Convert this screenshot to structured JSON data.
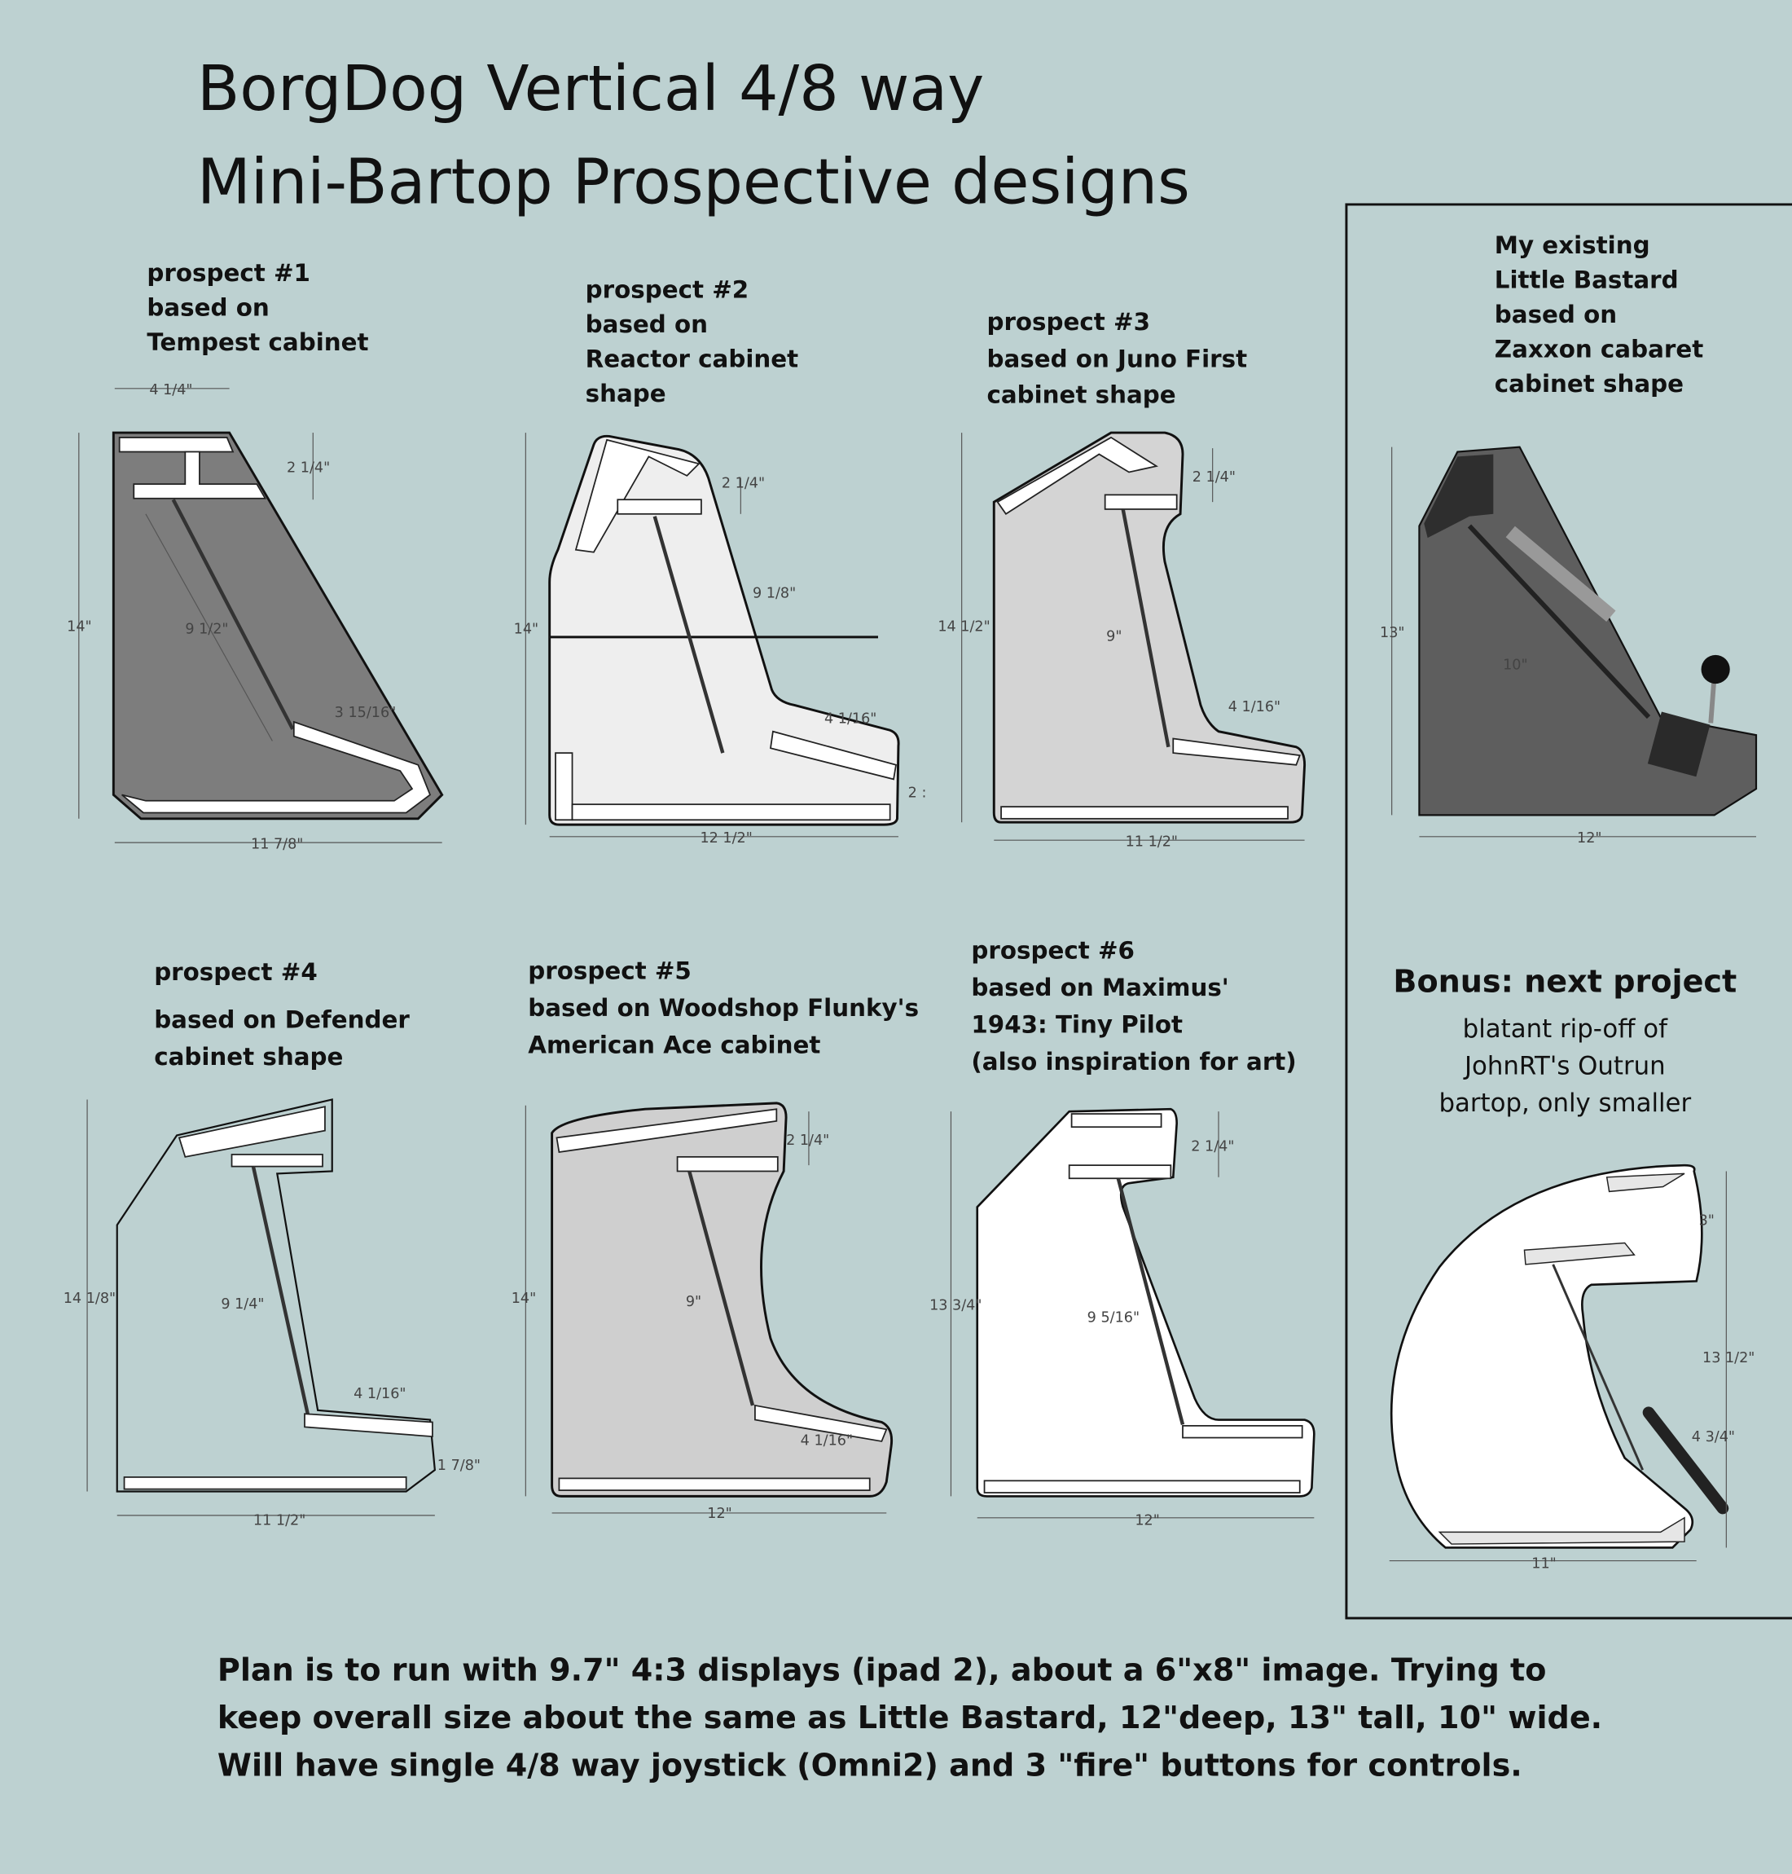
{
  "title": {
    "line1": "BorgDog Vertical 4/8 way",
    "line2": "Mini-Bartop Prospective designs"
  },
  "prospects": [
    {
      "lines": [
        "prospect #1",
        "based on",
        "Tempest cabinet"
      ],
      "dims": [
        "4 1/4\"",
        "2 1/4\"",
        "14\"",
        "9 1/2\"",
        "3 15/16\"",
        "11 7/8\""
      ]
    },
    {
      "lines": [
        "prospect #2",
        "based on",
        "Reactor cabinet",
        "shape"
      ],
      "dims": [
        "2 1/4\"",
        "14\"",
        "9 1/8\"",
        "4 1/16\"",
        "12 1/2\"",
        "2 :"
      ]
    },
    {
      "lines": [
        "prospect #3",
        "based on Juno First",
        "cabinet shape"
      ],
      "dims": [
        "2 1/4\"",
        "14 1/2\"",
        "9\"",
        "4 1/16\"",
        "11 1/2\""
      ]
    },
    {
      "lines": [
        "prospect #4",
        "based on Defender",
        "cabinet shape"
      ],
      "dims": [
        "14 1/8\"",
        "9 1/4\"",
        "4 1/16\"",
        "1 7/8\"",
        "11 1/2\""
      ]
    },
    {
      "lines": [
        "prospect #5",
        "based on Woodshop Flunky's",
        "American Ace cabinet"
      ],
      "dims": [
        "2 1/4\"",
        "14\"",
        "9\"",
        "4 1/16\"",
        "12\""
      ]
    },
    {
      "lines": [
        "prospect #6",
        "based on Maximus'",
        "1943: Tiny Pilot",
        "(also inspiration for art)"
      ],
      "dims": [
        "2 1/4\"",
        "13 3/4\"",
        "9 5/16\"",
        "12\""
      ]
    }
  ],
  "existing": {
    "lines": [
      "My existing",
      "Little Bastard",
      "based on",
      "Zaxxon cabaret",
      "cabinet shape"
    ],
    "dims": [
      "13\"",
      "10\"",
      "12\""
    ]
  },
  "bonus": {
    "heading": "Bonus: next project",
    "lines": [
      "blatant rip-off of",
      "JohnRT's Outrun",
      "bartop, only smaller"
    ],
    "dims": [
      "3\"",
      "13 1/2\"",
      "4 3/4\"",
      "11\""
    ]
  },
  "footer": [
    "Plan is to run with 9.7\" 4:3 displays (ipad 2), about a 6\"x8\" image.  Trying to",
    "keep overall size about the same as Little Bastard, 12\"deep, 13\" tall, 10\" wide.",
    "Will have single 4/8 way joystick (Omni2) and 3 \"fire\" buttons for controls."
  ],
  "colors": {
    "background": "#bdd1d1",
    "p1": "#7d7d7d",
    "p2": "#eeeeee",
    "p3": "#d4d4d4",
    "existing": "#5e5e5e",
    "p5": "#cfcfcf"
  }
}
